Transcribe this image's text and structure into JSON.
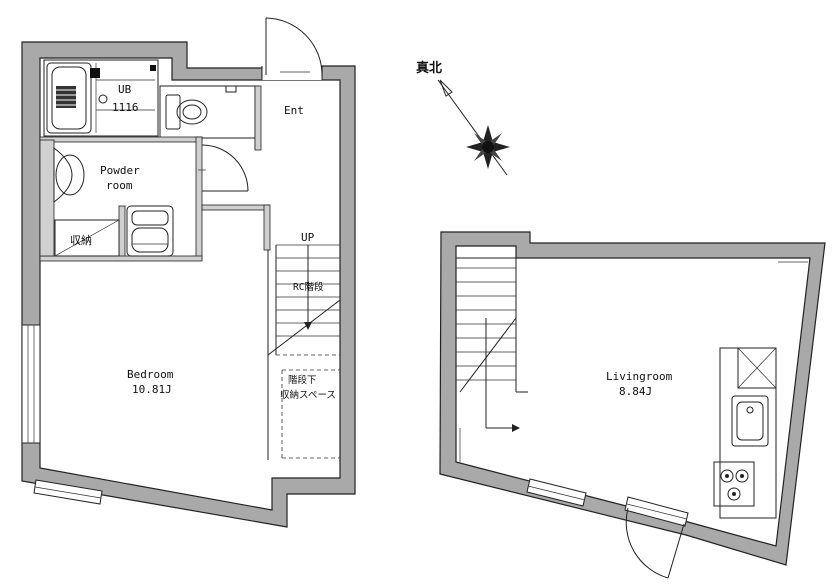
{
  "north": {
    "label": "真北"
  },
  "rooms": {
    "ub": {
      "label": "UB",
      "size": "1116"
    },
    "entrance": {
      "label": "Ent"
    },
    "powder": {
      "line1": "Powder",
      "line2": "room"
    },
    "storage": {
      "label": "収納"
    },
    "bedroom": {
      "name": "Bedroom",
      "area": "10.81J"
    },
    "living": {
      "name": "Livingroom",
      "area": "8.84J"
    }
  },
  "stairs": {
    "up": "UP",
    "rc": "RC階段",
    "under_line1": "階段下",
    "under_line2": "収納スペース"
  },
  "colors": {
    "wall": "#a9a9a9",
    "line": "#222222"
  }
}
